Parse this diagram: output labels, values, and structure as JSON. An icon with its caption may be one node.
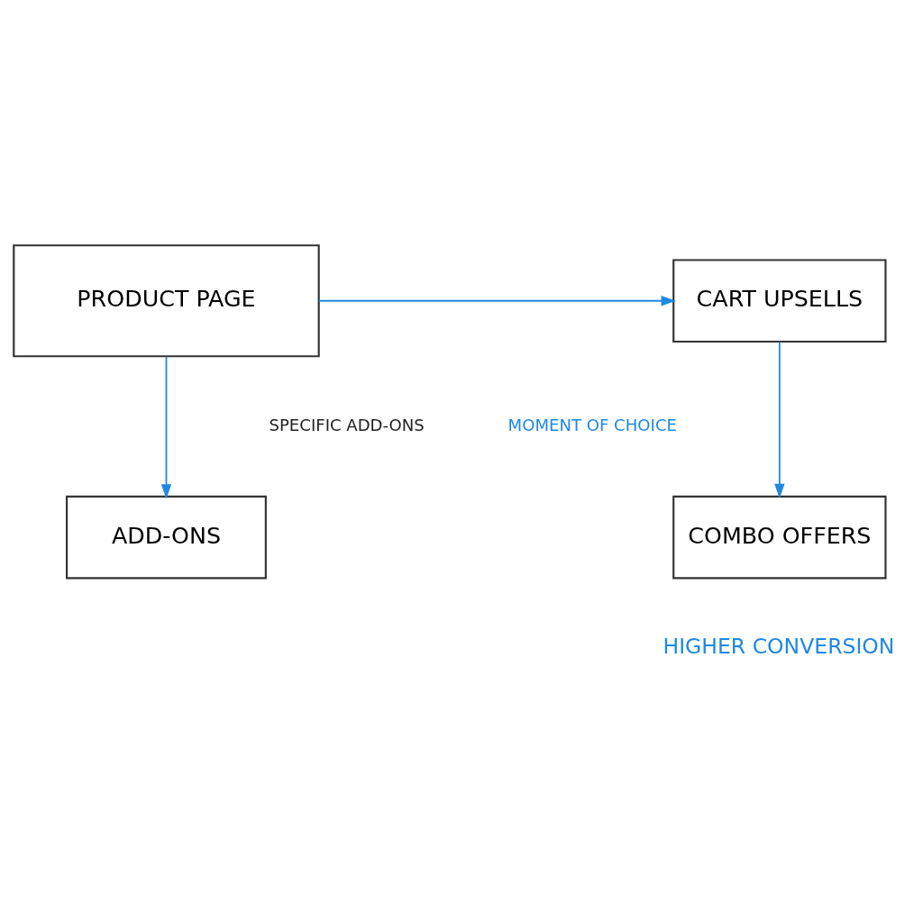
{
  "diagram": {
    "nodes": [
      {
        "text": [
          "PRODUCT PAGE"
        ]
      },
      {
        "text": [
          "CART UPSELLS"
        ]
      },
      {
        "text": [
          "ADD-ONS"
        ]
      },
      {
        "text": [
          "COMBO OFFERS"
        ],
        "beside": [
          "HIGHER CONVERSION"
        ]
      }
    ],
    "edges": [
      {
        "from": 0,
        "to": 1,
        "arrow": "to"
      },
      {
        "from": 0,
        "to": 2,
        "arrow": "to"
      },
      {
        "from": 1,
        "to": 3,
        "arrow": "to"
      }
    ],
    "labels": [
      "SPECIFIC ADD-ONS",
      "MOMENT OF CHOICE"
    ]
  }
}
